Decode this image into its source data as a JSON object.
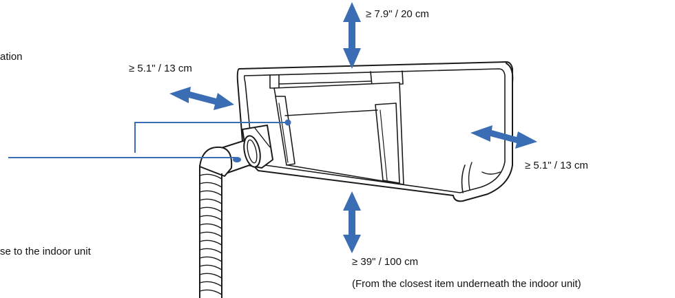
{
  "labels": {
    "top_clearance": "≥ 7.9\" / 20 cm",
    "left_clearance": "≥ 5.1\" / 13 cm",
    "right_clearance": "≥ 5.1\" / 13 cm",
    "bottom_clearance": "≥ 39\" / 100 cm",
    "bottom_note": "(From the closest item underneath the indoor unit)",
    "left_fragment_1": "ation",
    "left_fragment_2": "se to the indoor unit"
  },
  "colors": {
    "arrow": "#3a6db3",
    "leader": "#3a6db3",
    "outline": "#1a1a1a",
    "unit_fill": "#ffffff"
  },
  "icons": {
    "arrow": "double-arrow-icon"
  }
}
